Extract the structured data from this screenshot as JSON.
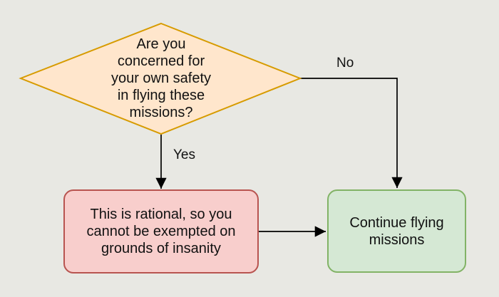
{
  "palette": {
    "background": "#e8e8e3",
    "line_color": "#000000",
    "decision_fill": "#ffe6cc",
    "decision_stroke": "#d79b00",
    "negative_fill": "#f8cecc",
    "negative_stroke": "#b85450",
    "positive_fill": "#d5e8d4",
    "positive_stroke": "#82b366"
  },
  "flowchart": {
    "decision": {
      "text": "Are you\nconcerned for\nyour own safety\nin flying these\nmissions?"
    },
    "edges": {
      "yes": {
        "label": "Yes"
      },
      "no": {
        "label": "No"
      }
    },
    "outcome_negative": {
      "text": "This is rational, so you\ncannot be exempted on\ngrounds of insanity"
    },
    "outcome_positive": {
      "text": "Continue flying\nmissions"
    }
  }
}
